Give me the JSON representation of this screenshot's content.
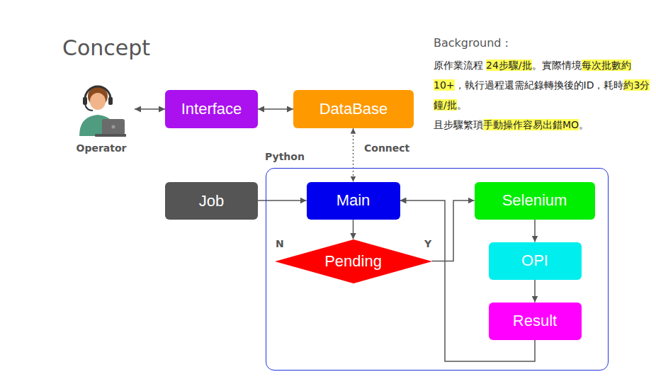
{
  "diagram": {
    "title": "Concept",
    "nodes": [
      {
        "text": [
          "Operator"
        ]
      },
      {
        "text": [
          "Interface"
        ]
      },
      {
        "text": [
          "DataBase"
        ]
      },
      {
        "text": [
          "Python"
        ]
      },
      {
        "text": [
          "Job"
        ]
      },
      {
        "text": [
          "Main"
        ],
        "in": 3
      },
      {
        "text": [
          "Pending"
        ],
        "in": 3
      },
      {
        "text": [
          "Selenium"
        ],
        "in": 3
      },
      {
        "text": [
          "OPI"
        ],
        "in": 3
      },
      {
        "text": [
          "Result"
        ],
        "in": 3
      }
    ],
    "edges": [
      {
        "from": 0,
        "to": 1,
        "arrow": "both"
      },
      {
        "from": 1,
        "to": 2,
        "arrow": "both"
      },
      {
        "from": 2,
        "to": 5,
        "label": "Connect",
        "arrow": "both"
      },
      {
        "from": 4,
        "to": 5,
        "arrow": "to"
      },
      {
        "from": 5,
        "to": 6,
        "arrow": "to"
      },
      {
        "from": 6,
        "to": 7,
        "label": "Y",
        "arrow": "to"
      },
      {
        "from": 7,
        "to": 8,
        "arrow": "to"
      },
      {
        "from": 8,
        "to": 9,
        "arrow": "to"
      },
      {
        "from": 9,
        "to": 5,
        "arrow": "to"
      }
    ],
    "labels": [
      "Background :",
      "原作業流程",
      "24步驟/批",
      "。實際情境",
      "每次批數約10+",
      "，執行過程還需紀錄轉換後的ID，耗時",
      "約3分鐘/批",
      "。",
      "且步驟繁瑣",
      "手動操作容易出錯MO",
      "。",
      "N"
    ]
  }
}
